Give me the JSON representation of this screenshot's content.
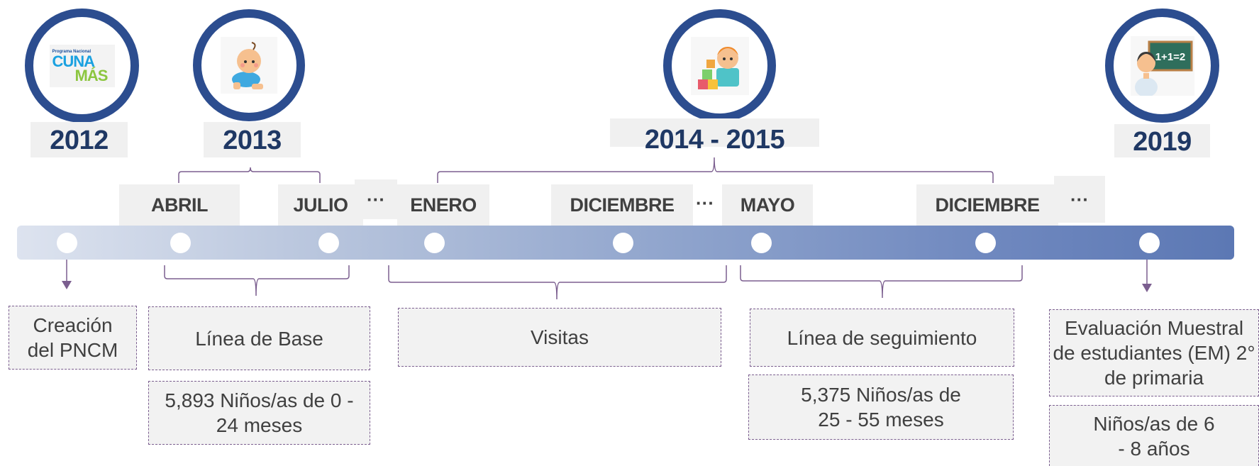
{
  "milestones": [
    {
      "year": "2012",
      "icon": "cuna-mas-logo-icon",
      "logo": {
        "small": "Programa Nacional",
        "line1": "CUNA",
        "line2": "MÁS"
      }
    },
    {
      "year": "2013",
      "icon": "crawling-baby-icon"
    },
    {
      "year": "2014 - 2015",
      "icon": "child-playing-blocks-icon"
    },
    {
      "year": "2019",
      "icon": "teacher-blackboard-icon",
      "board_text": "1+1=2"
    }
  ],
  "months": [
    "ABRIL",
    "JULIO",
    "ENERO",
    "DICIEMBRE",
    "MAYO",
    "DICIEMBRE"
  ],
  "ellipsis": "···",
  "boxes": {
    "creacion": "Creación del PNCM",
    "linea_base": "Línea de Base",
    "linea_base_detail": "5,893 Niños/as de 0 - 24 meses",
    "visitas": "Visitas",
    "seguimiento": "Línea de seguimiento",
    "seguimiento_detail": "5,375 Niños/as de 25 - 55 meses",
    "evaluacion": "Evaluación Muestral de estudiantes (EM) 2° de primaria",
    "evaluacion_detail": "Niños/as de 6 - 8 años"
  },
  "colors": {
    "circle_border": "#2c4d8f",
    "year_text": "#1f3864",
    "bracket": "#7b5e8f",
    "bar_start": "#dde3ef",
    "bar_end": "#5c78b4"
  }
}
